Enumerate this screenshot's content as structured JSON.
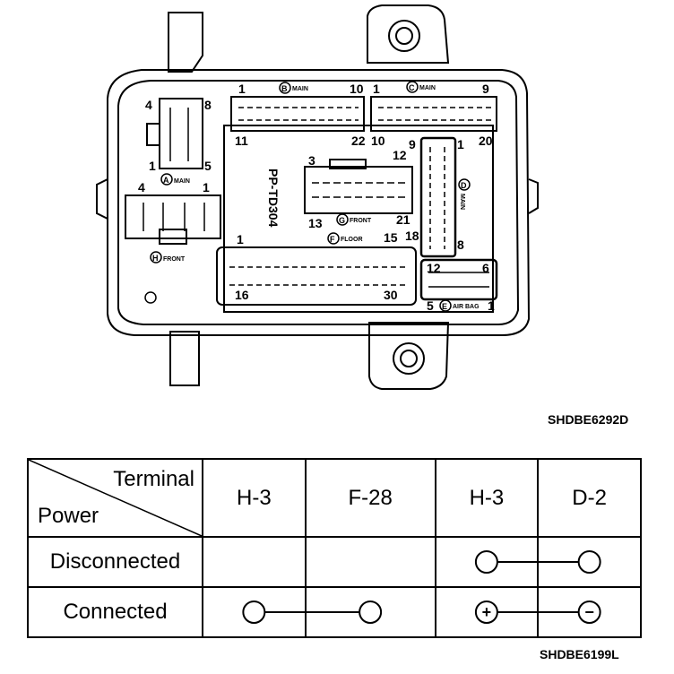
{
  "diagram": {
    "code": "SHDBE6292D",
    "connectors": {
      "A": {
        "letter": "A",
        "name": "MAIN",
        "pins": {
          "tl": "4",
          "tr": "8",
          "bl": "1",
          "br": "5"
        }
      },
      "B": {
        "letter": "B",
        "name": "MAIN",
        "pins": {
          "tl": "1",
          "tr": "10",
          "bl": "11",
          "br": "22"
        }
      },
      "C": {
        "letter": "C",
        "name": "MAIN",
        "pins": {
          "tl": "1",
          "tr": "9",
          "bl": "10",
          "br": "20"
        }
      },
      "D": {
        "letter": "D",
        "name": "MAIN",
        "pins": {
          "tl": "9",
          "tr": "1",
          "bl": "18",
          "br": "8"
        }
      },
      "E": {
        "letter": "E",
        "name": "AIR BAG",
        "pins": {
          "tl": "12",
          "tr": "6",
          "bl": "5",
          "br": "1"
        }
      },
      "F": {
        "letter": "F",
        "name": "FLOOR",
        "pins": {
          "tl": "1",
          "tr": "15",
          "bl": "16",
          "br": "30"
        }
      },
      "G": {
        "letter": "G",
        "name": "FRONT",
        "pins": {
          "tl": "3",
          "tr": "12",
          "bl": "13",
          "br": "21"
        }
      },
      "H": {
        "letter": "H",
        "name": "FRONT",
        "pins": {
          "tl": "4",
          "tr": "1"
        }
      }
    },
    "module_text": "PP-TD304"
  },
  "table": {
    "code": "SHDBE6199L",
    "header_terminal": "Terminal",
    "header_power": "Power",
    "columns": [
      "H-3",
      "F-28",
      "H-3",
      "D-2"
    ],
    "rows": [
      {
        "label": "Disconnected",
        "connections": [
          {
            "from": 2,
            "to": 3,
            "symbols": [
              "",
              ""
            ]
          }
        ]
      },
      {
        "label": "Connected",
        "connections": [
          {
            "from": 0,
            "to": 1,
            "symbols": [
              "",
              ""
            ]
          },
          {
            "from": 2,
            "to": 3,
            "symbols": [
              "+",
              "−"
            ]
          }
        ]
      }
    ]
  }
}
